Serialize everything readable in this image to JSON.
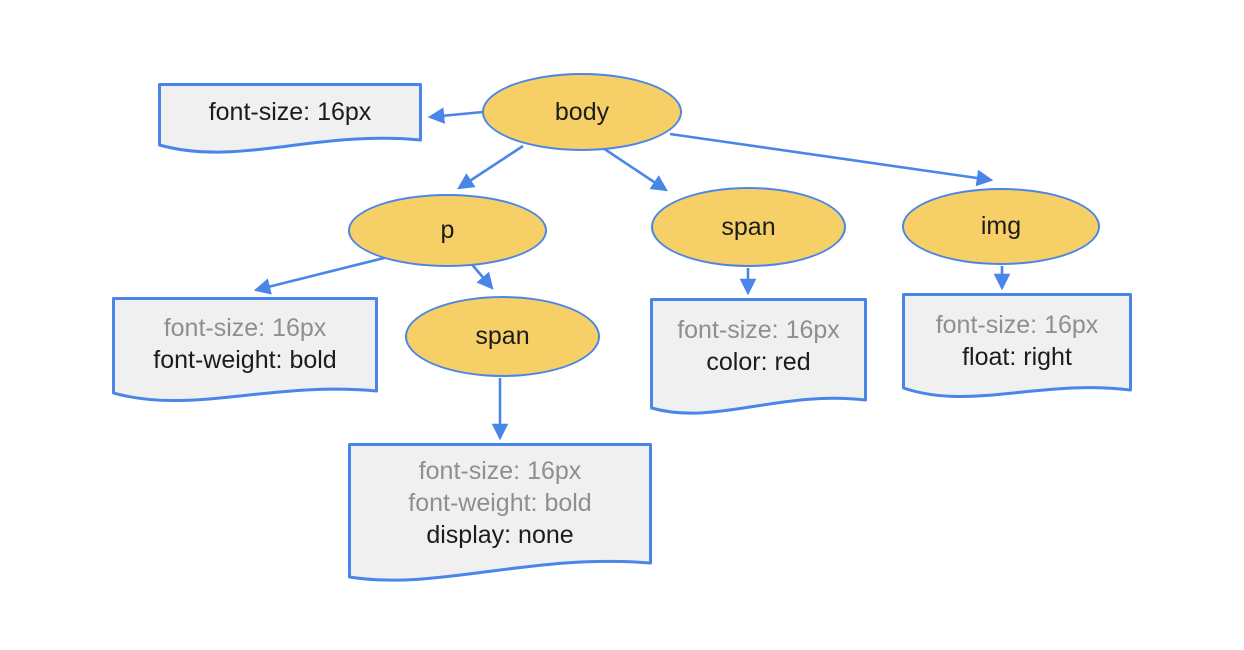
{
  "diagram": {
    "type": "render-tree",
    "colors": {
      "canvas_bg": "#ffffff",
      "node_fill": "#f6d066",
      "stroke": "#4a86e8",
      "note_fill": "#f0f0f0",
      "text": "#1c1c1c",
      "inherited_text": "#8f8f8f"
    },
    "nodes": [
      {
        "id": "body",
        "label": "body"
      },
      {
        "id": "p",
        "label": "p"
      },
      {
        "id": "span",
        "label": "span"
      },
      {
        "id": "img",
        "label": "img"
      },
      {
        "id": "span-nested",
        "label": "span"
      }
    ],
    "notes": [
      {
        "id": "body-styles",
        "lines": [
          {
            "text": "font-size: 16px",
            "inherited": false
          }
        ]
      },
      {
        "id": "p-styles",
        "lines": [
          {
            "text": "font-size: 16px",
            "inherited": true
          },
          {
            "text": "font-weight: bold",
            "inherited": false
          }
        ]
      },
      {
        "id": "span-nested-styles",
        "lines": [
          {
            "text": "font-size: 16px",
            "inherited": true
          },
          {
            "text": "font-weight: bold",
            "inherited": true
          },
          {
            "text": "display: none",
            "inherited": false
          }
        ]
      },
      {
        "id": "span-styles",
        "lines": [
          {
            "text": "font-size: 16px",
            "inherited": true
          },
          {
            "text": "color: red",
            "inherited": false
          }
        ]
      },
      {
        "id": "img-styles",
        "lines": [
          {
            "text": "font-size: 16px",
            "inherited": true
          },
          {
            "text": "float: right",
            "inherited": false
          }
        ]
      }
    ],
    "edges": [
      {
        "from": "body",
        "to": "body-styles"
      },
      {
        "from": "body",
        "to": "p"
      },
      {
        "from": "body",
        "to": "span"
      },
      {
        "from": "body",
        "to": "img"
      },
      {
        "from": "p",
        "to": "p-styles"
      },
      {
        "from": "p",
        "to": "span-nested"
      },
      {
        "from": "span-nested",
        "to": "span-nested-styles"
      },
      {
        "from": "span",
        "to": "span-styles"
      },
      {
        "from": "img",
        "to": "img-styles"
      }
    ]
  }
}
